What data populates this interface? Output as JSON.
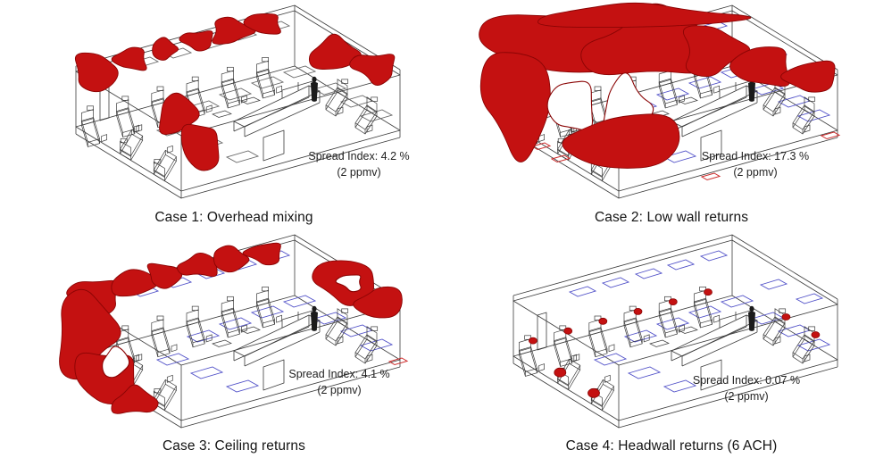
{
  "figure": {
    "background_color": "#ffffff",
    "description": "Four CFD room views comparing contaminant spread isosurfaces",
    "panels": [
      {
        "case_number": 1,
        "caption": "Case 1: Overhead mixing",
        "spread_index_label": "Spread Index: 4.2 %",
        "spread_index_percent": 4.2,
        "threshold_label": "(2 ppmv)",
        "threshold_ppmv": 2
      },
      {
        "case_number": 2,
        "caption": "Case 2: Low wall returns",
        "spread_index_label": "Spread Index: 17.3 %",
        "spread_index_percent": 17.3,
        "threshold_label": "(2 ppmv)",
        "threshold_ppmv": 2
      },
      {
        "case_number": 3,
        "caption": "Case 3: Ceiling returns",
        "spread_index_label": "Spread Index: 4.1 %",
        "spread_index_percent": 4.1,
        "threshold_label": "(2 ppmv)",
        "threshold_ppmv": 2
      },
      {
        "case_number": 4,
        "caption": "Case 4: Headwall returns (6 ACH)",
        "spread_index_label": "Spread Index: 0.07 %",
        "spread_index_percent": 0.07,
        "threshold_label": "(2 ppmv)",
        "threshold_ppmv": 2
      }
    ]
  },
  "colors": {
    "isosurface_red": "#c41111",
    "isosurface_edge": "#8a0404",
    "wireframe": "#3c3c3c",
    "diffuser_blue": "#5050c8",
    "diffuser_dark": "#686868",
    "return_outline_red": "#cc2a2a",
    "person_dark": "#1b1b1b",
    "text": "#1c1c1c"
  }
}
